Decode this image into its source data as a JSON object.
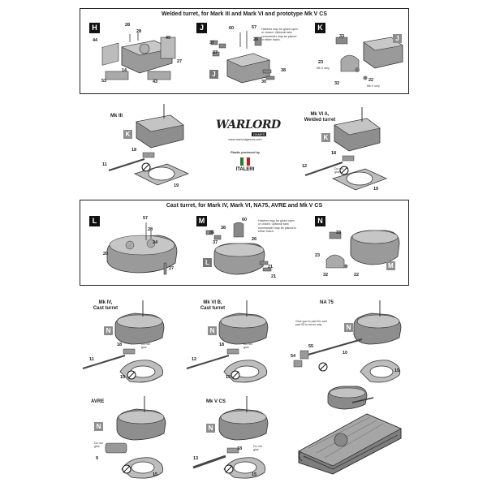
{
  "section1": {
    "title": "Welded turret, for Mark III and Mark VI and prototype Mk V CS",
    "steps": {
      "h": "H",
      "j": "J",
      "k": "K"
    },
    "h_parts": [
      "28",
      "28",
      "44",
      "49",
      "27",
      "14",
      "53",
      "43"
    ],
    "j_parts": [
      "60",
      "57",
      "37",
      "26",
      "37",
      "38",
      "30"
    ],
    "j_note": "Hatches may be glued open or closed. Optional tank commander may be placed in either hatch.",
    "k_parts": [
      "33",
      "23",
      "22",
      "32"
    ],
    "k_mk_v_only_1": "Mk V only",
    "k_mk_v_only_2": "Mk V only"
  },
  "variants_row1": {
    "mk3": {
      "label": "Mk III",
      "parts": [
        "18",
        "11",
        "19"
      ]
    },
    "mk6a": {
      "label_line1": "Mk VI A,",
      "label_line2": "Welded turret",
      "parts": [
        "18",
        "12",
        "19"
      ],
      "note": "Do not glue"
    }
  },
  "logo": {
    "brand": "WARLORD",
    "brand_sub": "GAMES",
    "url": "www.warlordgames.com",
    "produced_by": "Plastic produced by",
    "maker": "ITALERI"
  },
  "section2": {
    "title": "Cast turret, for Mark IV, Mark VI, NA75, AVRE and Mk V CS",
    "steps": {
      "l": "L",
      "m": "M",
      "n": "N"
    },
    "l_parts": [
      "57",
      "28",
      "24",
      "20",
      "27"
    ],
    "m_parts": [
      "60",
      "36",
      "38",
      "26",
      "37",
      "21",
      "21"
    ],
    "m_note": "Hatches may be glued open or closed. Optional tank commander may be placed in either hatch.",
    "n_parts": [
      "33",
      "23",
      "22",
      "32"
    ]
  },
  "variants_row2": {
    "mk4": {
      "label_line1": "Mk IV,",
      "label_line2": "Cast turret",
      "parts": [
        "18",
        "11",
        "15"
      ],
      "note": "Do not glue"
    },
    "mk6b": {
      "label_line1": "Mk VI B,",
      "label_line2": "Cast turret",
      "parts": [
        "18",
        "12",
        "15"
      ],
      "note": "Do not glue"
    },
    "na75": {
      "label": "NA 75",
      "parts": [
        "55",
        "10",
        "54",
        "15"
      ],
      "note": "Glue gun to part 54, and part 55 to turret only."
    }
  },
  "variants_row3": {
    "avre": {
      "label": "AVRE",
      "parts": [
        "9",
        "15"
      ],
      "note": "Do not glue"
    },
    "mk5cs": {
      "label": "Mk V CS",
      "parts": [
        "18",
        "13",
        "15"
      ],
      "note": "Do not glue"
    }
  },
  "badges": {
    "j": "J",
    "k": "K",
    "l": "L",
    "m": "M",
    "n": "N"
  }
}
